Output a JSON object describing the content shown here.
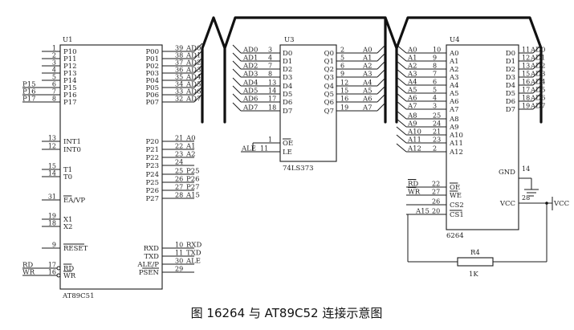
{
  "caption": "图 16264 与 AT89C52 连接示意图",
  "u1": {
    "ref": "U1",
    "part": "AT89C51",
    "left_pins": [
      {
        "num": "1",
        "name": "P10",
        "ext": ""
      },
      {
        "num": "2",
        "name": "P11",
        "ext": ""
      },
      {
        "num": "3",
        "name": "P12",
        "ext": ""
      },
      {
        "num": "4",
        "name": "P13",
        "ext": ""
      },
      {
        "num": "5",
        "name": "P14",
        "ext": ""
      },
      {
        "num": "6",
        "name": "P15",
        "ext": "P15"
      },
      {
        "num": "7",
        "name": "P16",
        "ext": "P16"
      },
      {
        "num": "8",
        "name": "P17",
        "ext": "P17"
      },
      {
        "num": "13",
        "name": "INT1",
        "ext": ""
      },
      {
        "num": "12",
        "name": "INT0",
        "ext": ""
      },
      {
        "num": "15",
        "name": "T1",
        "ext": ""
      },
      {
        "num": "14",
        "name": "T0",
        "ext": ""
      },
      {
        "num": "31",
        "name": "EA/VP",
        "ext": ""
      },
      {
        "num": "19",
        "name": "X1",
        "ext": ""
      },
      {
        "num": "18",
        "name": "X2",
        "ext": ""
      },
      {
        "num": "9",
        "name": "RESET",
        "ext": ""
      },
      {
        "num": "17",
        "name": "RD",
        "ext": "RD"
      },
      {
        "num": "16",
        "name": "WR",
        "ext": "WR"
      }
    ],
    "right_pins": [
      {
        "num": "39",
        "name": "P00",
        "net": "AD0"
      },
      {
        "num": "38",
        "name": "P01",
        "net": "AD1"
      },
      {
        "num": "37",
        "name": "P02",
        "net": "AD2"
      },
      {
        "num": "36",
        "name": "P03",
        "net": "AD3"
      },
      {
        "num": "35",
        "name": "P04",
        "net": "AD4"
      },
      {
        "num": "34",
        "name": "P05",
        "net": "AD5"
      },
      {
        "num": "33",
        "name": "P06",
        "net": "AD6"
      },
      {
        "num": "32",
        "name": "P07",
        "net": "AD7"
      },
      {
        "num": "21",
        "name": "P20",
        "net": "A0"
      },
      {
        "num": "22",
        "name": "P21",
        "net": "A1"
      },
      {
        "num": "23",
        "name": "P22",
        "net": "A2"
      },
      {
        "num": "24",
        "name": "P23",
        "net": ""
      },
      {
        "num": "25",
        "name": "P24",
        "net": "P25"
      },
      {
        "num": "26",
        "name": "P25",
        "net": "P26"
      },
      {
        "num": "27",
        "name": "P26",
        "net": "P27"
      },
      {
        "num": "28",
        "name": "P27",
        "net": "A15"
      },
      {
        "num": "10",
        "name": "RXD",
        "net": "RXD"
      },
      {
        "num": "11",
        "name": "TXD",
        "net": "TXD"
      },
      {
        "num": "30",
        "name": "ALE/P",
        "net": "ALE"
      },
      {
        "num": "29",
        "name": "PSEN",
        "net": ""
      }
    ]
  },
  "u3": {
    "ref": "U3",
    "part": "74LS373",
    "inputs": [
      {
        "net": "AD0",
        "num": "3",
        "name": "D0"
      },
      {
        "net": "AD1",
        "num": "4",
        "name": "D1"
      },
      {
        "net": "AD2",
        "num": "7",
        "name": "D2"
      },
      {
        "net": "AD3",
        "num": "8",
        "name": "D3"
      },
      {
        "net": "AD4",
        "num": "13",
        "name": "D4"
      },
      {
        "net": "AD5",
        "num": "14",
        "name": "D5"
      },
      {
        "net": "AD6",
        "num": "17",
        "name": "D6"
      },
      {
        "net": "AD7",
        "num": "18",
        "name": "D7"
      }
    ],
    "outputs": [
      {
        "name": "Q0",
        "num": "2",
        "net": "A0"
      },
      {
        "name": "Q1",
        "num": "5",
        "net": "A1"
      },
      {
        "name": "Q2",
        "num": "6",
        "net": "A2"
      },
      {
        "name": "Q3",
        "num": "9",
        "net": "A3"
      },
      {
        "name": "Q4",
        "num": "12",
        "net": "A4"
      },
      {
        "name": "Q5",
        "num": "15",
        "net": "A5"
      },
      {
        "name": "Q6",
        "num": "16",
        "net": "A6"
      },
      {
        "name": "Q7",
        "num": "19",
        "net": "A7"
      }
    ],
    "oe": {
      "num": "1",
      "name": "OE"
    },
    "le": {
      "num": "11",
      "name": "LE",
      "net": "ALE"
    }
  },
  "u4": {
    "ref": "U4",
    "part": "6264",
    "addr_pins": [
      {
        "net": "A0",
        "num": "10",
        "name": "A0"
      },
      {
        "net": "A1",
        "num": "9",
        "name": "A1"
      },
      {
        "net": "A2",
        "num": "8",
        "name": "A2"
      },
      {
        "net": "A3",
        "num": "7",
        "name": "A3"
      },
      {
        "net": "A4",
        "num": "6",
        "name": "A4"
      },
      {
        "net": "A5",
        "num": "5",
        "name": "A5"
      },
      {
        "net": "A6",
        "num": "4",
        "name": "A6"
      },
      {
        "net": "A7",
        "num": "3",
        "name": "A7"
      },
      {
        "net": "A8",
        "num": "25",
        "name": "A8"
      },
      {
        "net": "A9",
        "num": "24",
        "name": "A9"
      },
      {
        "net": "A10",
        "num": "21",
        "name": "A10"
      },
      {
        "net": "A11",
        "num": "23",
        "name": "A11"
      },
      {
        "net": "A12",
        "num": "2",
        "name": "A12"
      }
    ],
    "ctrl_pins": [
      {
        "net": "RD",
        "num": "22",
        "name": "OE"
      },
      {
        "net": "WR",
        "num": "27",
        "name": "WE"
      },
      {
        "net": "",
        "num": "26",
        "name": "CS2"
      },
      {
        "net": "A15",
        "num": "20",
        "name": "CS1"
      }
    ],
    "data_pins": [
      {
        "name": "D0",
        "num": "11",
        "net": "AD0"
      },
      {
        "name": "D1",
        "num": "12",
        "net": "AD1"
      },
      {
        "name": "D2",
        "num": "13",
        "net": "AD2"
      },
      {
        "name": "D3",
        "num": "15",
        "net": "AD3"
      },
      {
        "name": "D4",
        "num": "16",
        "net": "AD4"
      },
      {
        "name": "D5",
        "num": "17",
        "net": "AD5"
      },
      {
        "name": "D6",
        "num": "18",
        "net": "AD6"
      },
      {
        "name": "D7",
        "num": "19",
        "net": "AD7"
      }
    ],
    "gnd": {
      "name": "GND",
      "num": "14"
    },
    "vcc": {
      "name": "VCC",
      "num": "28",
      "net": "VCC"
    }
  },
  "resistor": {
    "ref": "R4",
    "value": "1K"
  }
}
